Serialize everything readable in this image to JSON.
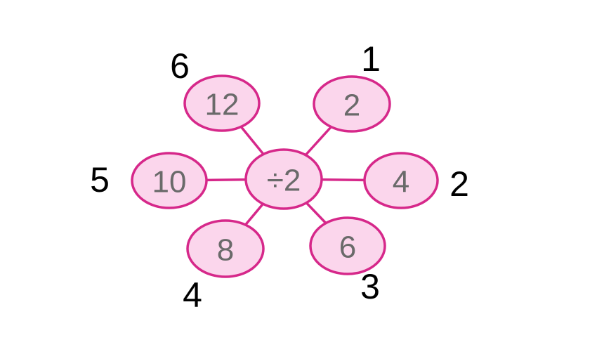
{
  "center": {
    "label": "÷2"
  },
  "spokes": [
    {
      "value": "2",
      "order": "1"
    },
    {
      "value": "4",
      "order": "2"
    },
    {
      "value": "6",
      "order": "3"
    },
    {
      "value": "8",
      "order": "4"
    },
    {
      "value": "10",
      "order": "5"
    },
    {
      "value": "12",
      "order": "6"
    }
  ],
  "colors": {
    "outline": "#d6288a",
    "fill": "#fbd6ec",
    "bubble_text": "#6a6a6a",
    "order_text": "#000000"
  }
}
